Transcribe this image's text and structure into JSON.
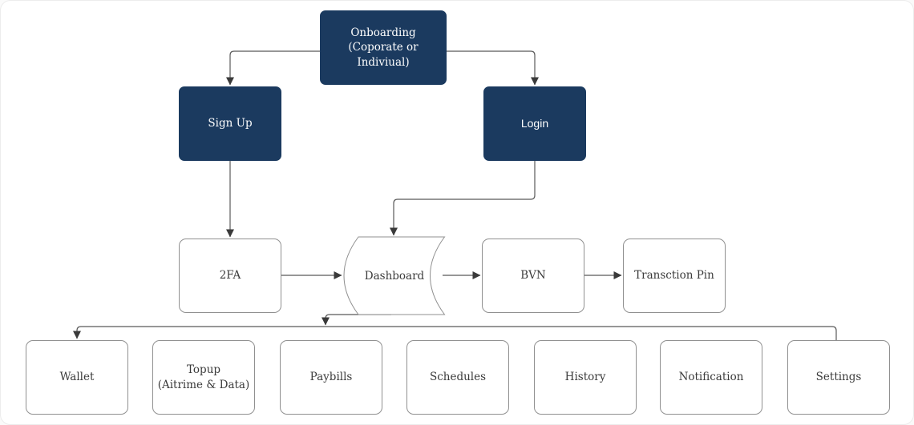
{
  "diagram": {
    "type": "flowchart",
    "nodes": {
      "onboarding": {
        "label_line1": "Onboarding",
        "label_line2": "(Coporate or Indiviual)"
      },
      "signup": {
        "label": "Sign Up"
      },
      "login": {
        "label": "Login"
      },
      "twofa": {
        "label": "2FA"
      },
      "dashboard": {
        "label": "Dashboard"
      },
      "bvn": {
        "label": "BVN"
      },
      "transaction_pin": {
        "label": "Transction Pin"
      },
      "wallet": {
        "label": "Wallet"
      },
      "topup": {
        "label_line1": "Topup",
        "label_line2": "(Aitrime & Data)"
      },
      "paybills": {
        "label": "Paybills"
      },
      "schedules": {
        "label": "Schedules"
      },
      "history": {
        "label": "History"
      },
      "notification": {
        "label": "Notification"
      },
      "settings": {
        "label": "Settings"
      }
    },
    "edges": [
      "onboarding -> signup",
      "onboarding -> login",
      "signup -> twofa",
      "login -> dashboard",
      "twofa -> dashboard",
      "dashboard -> bvn",
      "bvn -> transaction_pin",
      "dashboard -> wallet",
      "dashboard -> settings"
    ]
  },
  "colors": {
    "primary": "#1b3a5f",
    "node_border": "#909090",
    "connector": "#595959",
    "connector_head": "#3a3a3a",
    "text": "#3b3b3b",
    "text_on_primary": "#ffffff"
  }
}
